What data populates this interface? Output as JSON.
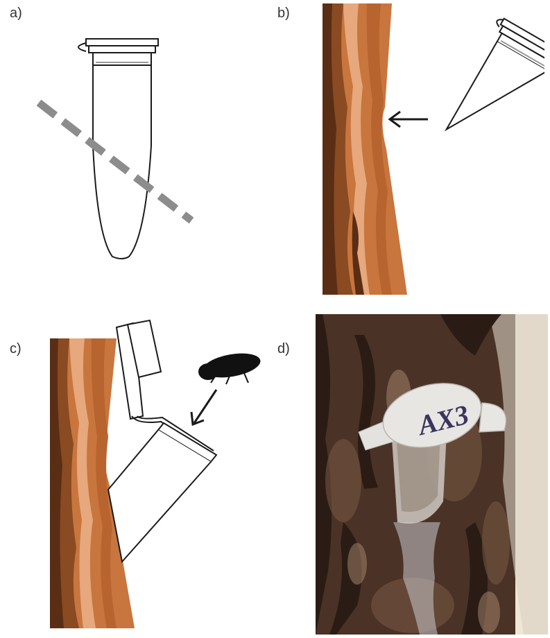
{
  "panels": {
    "a": {
      "label": "a)"
    },
    "b": {
      "label": "b)"
    },
    "c": {
      "label": "c)"
    },
    "d": {
      "label": "d)",
      "tube_text": "AX3"
    }
  },
  "colors": {
    "bark_light": "#e6a87c",
    "bark_mid": "#c8753e",
    "bark_orange": "#b8642f",
    "bark_dark": "#8a4a22",
    "bark_darkest": "#5a2e14",
    "cut_line": "#8c8c8c",
    "outline": "#1a1a1a"
  },
  "icons": [
    "microcentrifuge-tube-icon",
    "cut-line-icon",
    "tree-trunk-icon",
    "arrow-icon",
    "beetle-icon"
  ]
}
